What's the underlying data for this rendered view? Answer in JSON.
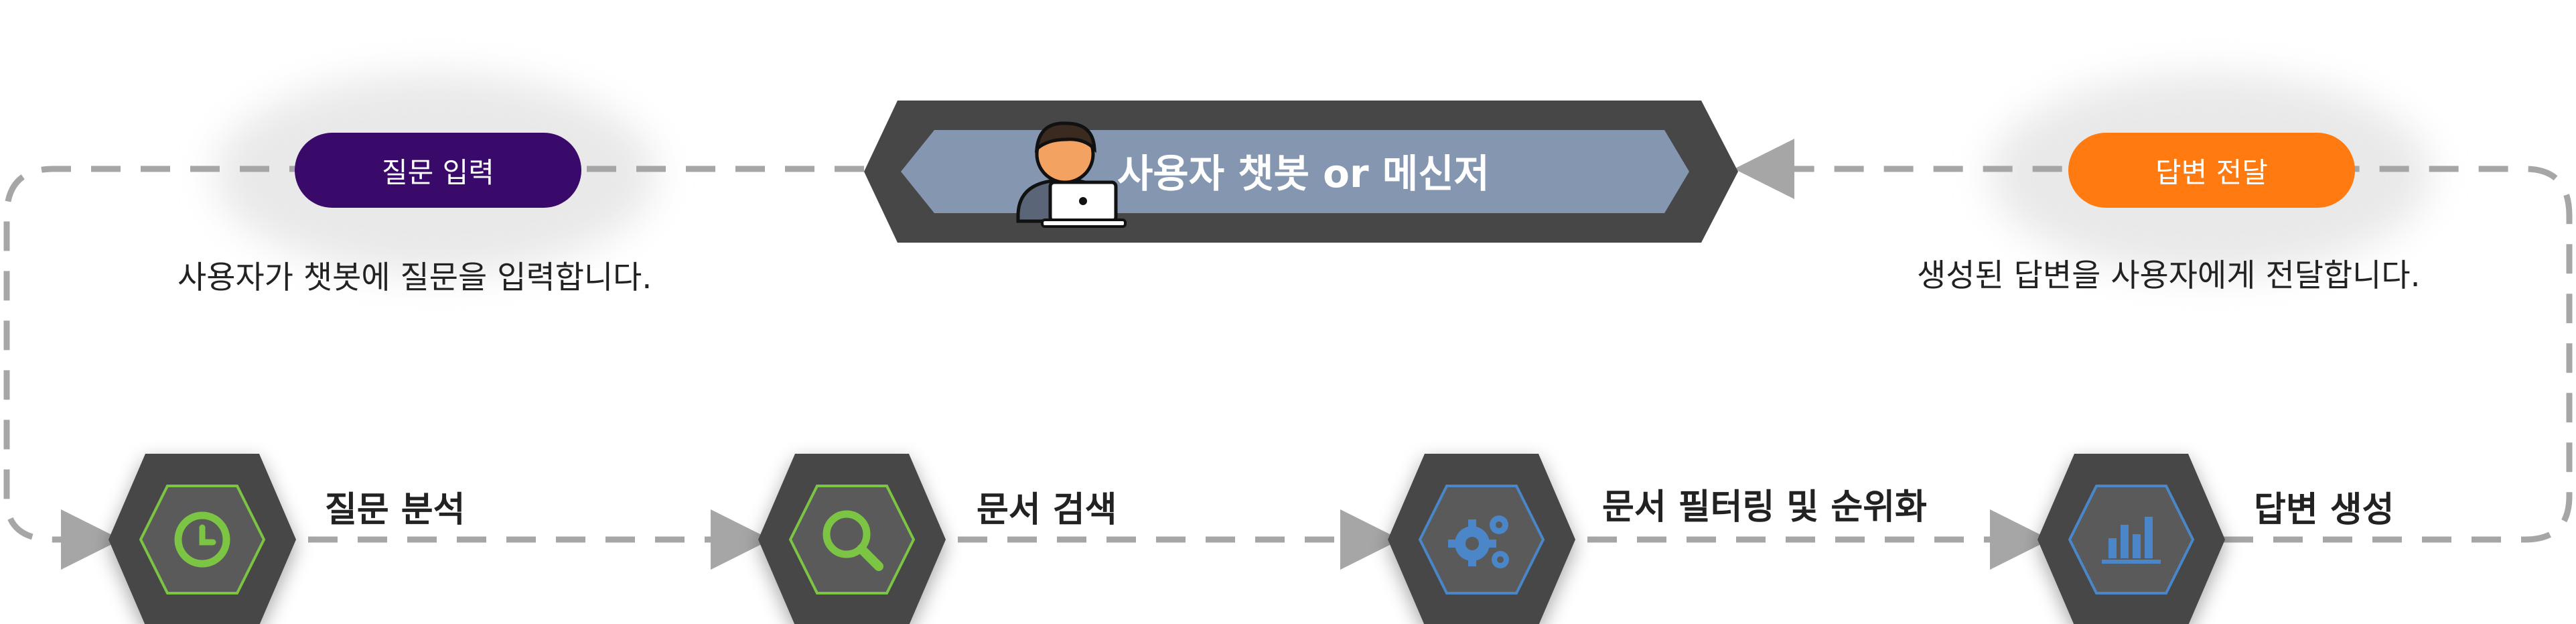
{
  "center": {
    "title": "사용자  챗봇 or 메신저",
    "icon": "user-laptop-icon"
  },
  "left_pill": {
    "label": "질문 입력",
    "color": "#3a0a6b"
  },
  "right_pill": {
    "label": "답변 전달",
    "color": "#ff7a10"
  },
  "left_desc": "사용자가 챗봇에 질문을 입력합니다.",
  "right_desc": "생성된 답변을 사용자에게 전달합니다.",
  "colors": {
    "hex_dark": "#474747",
    "banner_inner": "#8496b0",
    "dash": "#a6a6a6",
    "green": "#7cc443",
    "blue": "#4a86c8"
  },
  "steps": [
    {
      "label": "질문 분석",
      "icon": "clock-icon",
      "accent": "#7cc443"
    },
    {
      "label": "문서 검색",
      "icon": "search-icon",
      "accent": "#7cc443"
    },
    {
      "label": "문서 필터링 및 순위화",
      "icon": "gears-icon",
      "accent": "#4a86c8"
    },
    {
      "label": "답변 생성",
      "icon": "bar-chart-icon",
      "accent": "#4a86c8"
    }
  ]
}
